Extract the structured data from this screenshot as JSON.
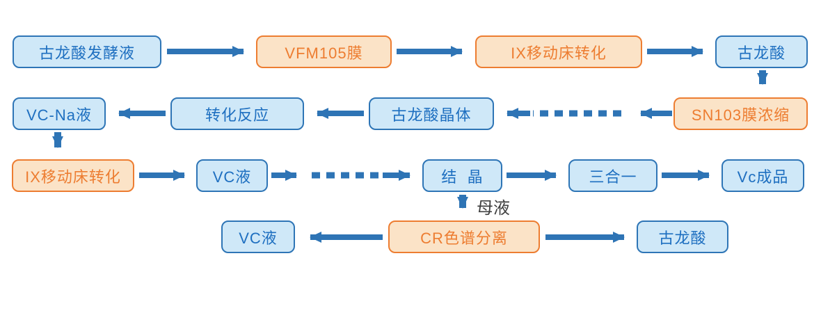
{
  "diagram": {
    "type": "process-flowchart",
    "title": "",
    "colors": {
      "blue_box_fill": "#CFE8F8",
      "blue_box_border": "#2E75B6",
      "blue_box_text": "#1E6FC0",
      "orange_box_fill": "#FBE3C7",
      "orange_box_border": "#ED7D31",
      "orange_box_text": "#ED7D31",
      "arrow": "#2E74B5",
      "edge_label_text": "#3F3F3F"
    },
    "nodes": [
      {
        "id": "gulonic-fermentation-broth",
        "label": "古龙酸发酵液",
        "style": "blue"
      },
      {
        "id": "vfm105-membrane",
        "label": "VFM105膜",
        "style": "orange"
      },
      {
        "id": "ix-moving-bed-conversion-1",
        "label": "IX移动床转化",
        "style": "orange"
      },
      {
        "id": "gulonic-acid-top",
        "label": "古龙酸",
        "style": "blue"
      },
      {
        "id": "sn103-membrane-concentration",
        "label": "SN103膜浓缩",
        "style": "orange"
      },
      {
        "id": "gulonic-acid-crystal",
        "label": "古龙酸晶体",
        "style": "blue"
      },
      {
        "id": "conversion-reaction",
        "label": "转化反应",
        "style": "blue"
      },
      {
        "id": "vc-na-liquid",
        "label": "VC-Na液",
        "style": "blue"
      },
      {
        "id": "ix-moving-bed-conversion-2",
        "label": "IX移动床转化",
        "style": "orange"
      },
      {
        "id": "vc-liquid-1",
        "label": "VC液",
        "style": "blue"
      },
      {
        "id": "crystallization",
        "label": "结  晶",
        "style": "blue"
      },
      {
        "id": "three-in-one",
        "label": "三合一",
        "style": "blue"
      },
      {
        "id": "vc-product",
        "label": "Vc成品",
        "style": "blue"
      },
      {
        "id": "vc-liquid-2",
        "label": "VC液",
        "style": "blue"
      },
      {
        "id": "cr-chromatographic-separation",
        "label": "CR色谱分离",
        "style": "orange"
      },
      {
        "id": "gulonic-acid-bottom",
        "label": "古龙酸",
        "style": "blue"
      }
    ],
    "edge_label": "母液"
  }
}
